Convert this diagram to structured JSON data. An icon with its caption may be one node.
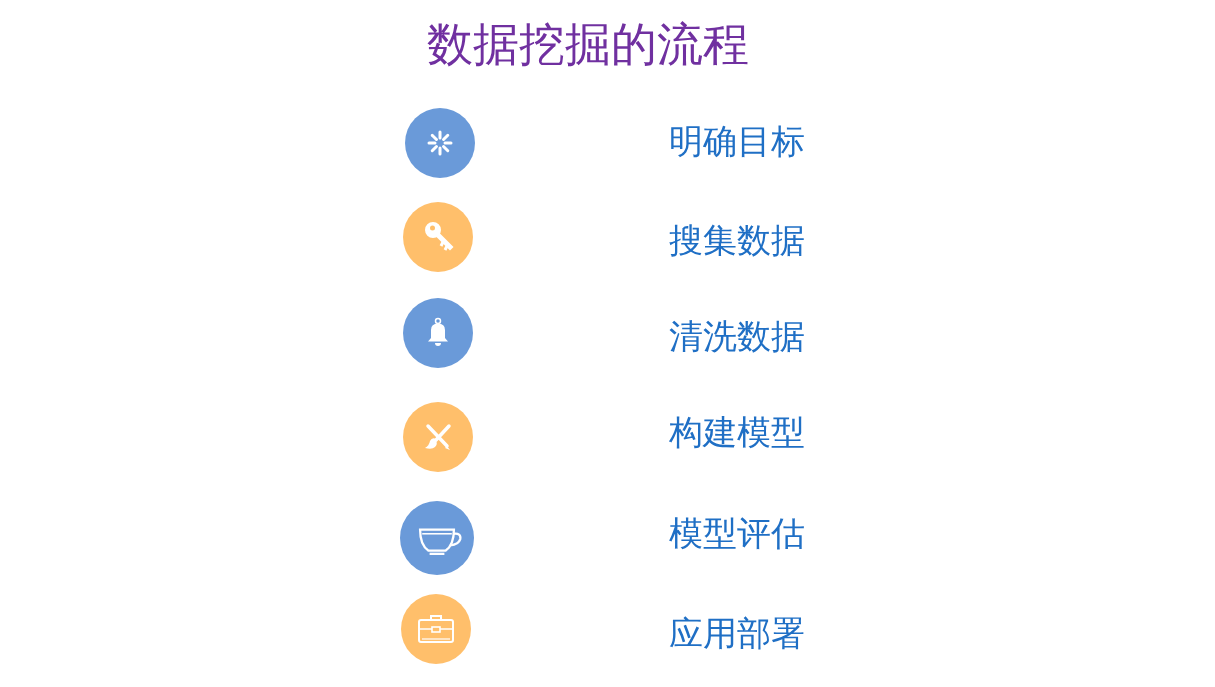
{
  "diagram": {
    "title": "数据挖掘的流程",
    "labels": [
      "明确目标",
      "搜集数据",
      "清洗数据",
      "构建模型",
      "模型评估",
      "应用部署"
    ]
  }
}
